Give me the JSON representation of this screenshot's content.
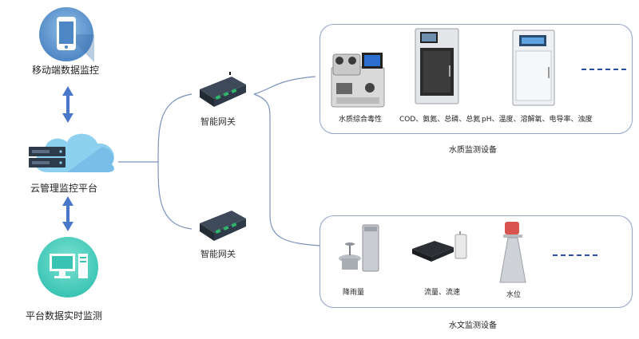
{
  "left": {
    "mobile_label": "移动端数据监控",
    "cloud_label": "云管理监控平台",
    "platform_label": "平台数据实时监测"
  },
  "gateways": [
    {
      "label": "智能网关"
    },
    {
      "label": "智能网关"
    }
  ],
  "water_quality": {
    "title": "水质监测设备",
    "devices": [
      {
        "label": "水质综合毒性"
      },
      {
        "label": "COD、氨氮、总磷、总氮"
      },
      {
        "label": "pH、温度、溶解氧、电导率、浊度"
      }
    ]
  },
  "hydrology": {
    "title": "水文监测设备",
    "devices": [
      {
        "label": "降雨量"
      },
      {
        "label": "流量、流速"
      },
      {
        "label": "水位"
      }
    ]
  },
  "colors": {
    "icon_blue": "#4a7fc0",
    "icon_circle": "#6fa3d6",
    "platform_circle": "#3ec7b8",
    "arrow": "#4a78c8",
    "line": "#7b93bd",
    "panel_border": "#8fa3c4"
  }
}
